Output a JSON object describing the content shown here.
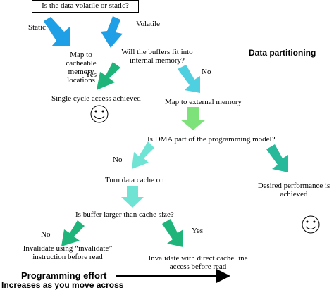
{
  "diagram": {
    "title_box": "Is the data volatile or static?",
    "heading": "Data partitioning",
    "labels": {
      "static": "Static",
      "volatile": "Volatile",
      "map_cacheable_1": "Map to",
      "map_cacheable_2": "cacheable",
      "map_cacheable_3": "memory",
      "map_cacheable_4": "locations",
      "buffers_fit_1": "Will the buffers fit into",
      "buffers_fit_2": "internal memory?",
      "yes_1": "Yes",
      "no_1": "No",
      "single_cycle": "Single cycle access achieved",
      "map_external": "Map to external memory",
      "dma_question": "Is DMA part of the programming model?",
      "no_2": "No",
      "cache_on": "Turn data cache on",
      "desired_perf_1": "Desired performance is",
      "desired_perf_2": "achieved",
      "buffer_larger": "Is buffer larger than cache size?",
      "no_3": "No",
      "yes_3": "Yes",
      "invalidate_1": "Invalidate using “invalidate”",
      "invalidate_2": "instruction before read",
      "invalidate_direct_1": "Invalidate with direct cache line",
      "invalidate_direct_2": "access before read",
      "effort_1": "Programming effort",
      "effort_2": "Increases as you move across"
    },
    "colors": {
      "blue_arrow": "#1e9fe6",
      "green_arrow": "#1fb57a",
      "teal_arrow": "#27b99a",
      "cyan_arrow": "#4fd0e0",
      "light_green_arrow": "#7ee27a",
      "aqua_arrow": "#6fe3d4"
    },
    "icons": [
      "smiley-icon",
      "smiley-icon"
    ]
  }
}
